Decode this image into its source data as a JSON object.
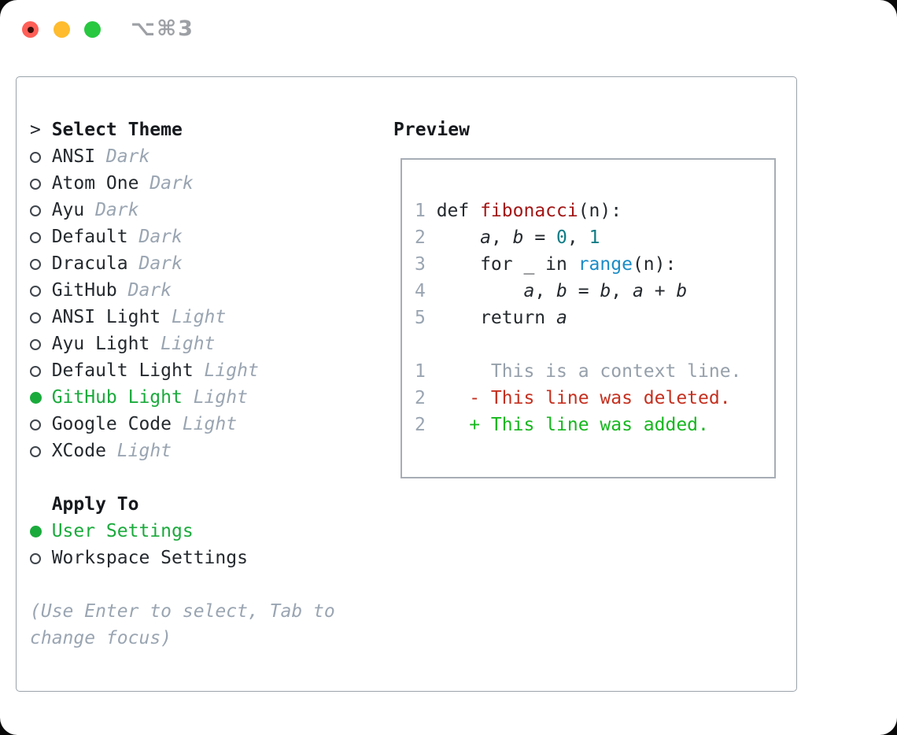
{
  "window": {
    "shortcut_label": "⌥⌘3",
    "traffic_lights": [
      "close",
      "minimize",
      "zoom"
    ]
  },
  "theme_panel": {
    "title_prefix": ">",
    "title": "Select Theme",
    "themes": [
      {
        "name": "ANSI",
        "tag": "Dark",
        "selected": false
      },
      {
        "name": "Atom One",
        "tag": "Dark",
        "selected": false
      },
      {
        "name": "Ayu",
        "tag": "Dark",
        "selected": false
      },
      {
        "name": "Default",
        "tag": "Dark",
        "selected": false
      },
      {
        "name": "Dracula",
        "tag": "Dark",
        "selected": false
      },
      {
        "name": "GitHub",
        "tag": "Dark",
        "selected": false
      },
      {
        "name": "ANSI Light",
        "tag": "Light",
        "selected": false
      },
      {
        "name": "Ayu Light",
        "tag": "Light",
        "selected": false
      },
      {
        "name": "Default Light",
        "tag": "Light",
        "selected": false
      },
      {
        "name": "GitHub Light",
        "tag": "Light",
        "selected": true
      },
      {
        "name": "Google Code",
        "tag": "Light",
        "selected": false
      },
      {
        "name": "XCode",
        "tag": "Light",
        "selected": false
      }
    ],
    "apply_to": {
      "title": "Apply To",
      "options": [
        {
          "name": "User Settings",
          "selected": true
        },
        {
          "name": "Workspace Settings",
          "selected": false
        }
      ]
    },
    "hint": "(Use Enter to select, Tab to change focus)"
  },
  "preview": {
    "title": "Preview",
    "code_lines": [
      {
        "num": "1",
        "segs": [
          {
            "t": "def ",
            "c": "p"
          },
          {
            "t": "fibonacci",
            "c": "fn"
          },
          {
            "t": "(n):",
            "c": "p"
          }
        ]
      },
      {
        "num": "2",
        "segs": [
          {
            "t": "    ",
            "c": "p"
          },
          {
            "t": "a",
            "c": "v"
          },
          {
            "t": ", ",
            "c": "p"
          },
          {
            "t": "b",
            "c": "v"
          },
          {
            "t": " = ",
            "c": "p"
          },
          {
            "t": "0",
            "c": "num"
          },
          {
            "t": ", ",
            "c": "p"
          },
          {
            "t": "1",
            "c": "num"
          }
        ]
      },
      {
        "num": "3",
        "segs": [
          {
            "t": "    for _ in ",
            "c": "p"
          },
          {
            "t": "range",
            "c": "bi"
          },
          {
            "t": "(n):",
            "c": "p"
          }
        ]
      },
      {
        "num": "4",
        "segs": [
          {
            "t": "        ",
            "c": "p"
          },
          {
            "t": "a",
            "c": "v"
          },
          {
            "t": ", ",
            "c": "p"
          },
          {
            "t": "b",
            "c": "v"
          },
          {
            "t": " = ",
            "c": "p"
          },
          {
            "t": "b",
            "c": "v"
          },
          {
            "t": ", ",
            "c": "p"
          },
          {
            "t": "a",
            "c": "v"
          },
          {
            "t": " + ",
            "c": "p"
          },
          {
            "t": "b",
            "c": "v"
          }
        ]
      },
      {
        "num": "5",
        "segs": [
          {
            "t": "    return ",
            "c": "p"
          },
          {
            "t": "a",
            "c": "v"
          }
        ]
      },
      {
        "num": "",
        "segs": []
      },
      {
        "num": "1",
        "segs": [
          {
            "t": "     This is a context line.",
            "c": "ctx"
          }
        ]
      },
      {
        "num": "2",
        "segs": [
          {
            "t": "   - This line was deleted.",
            "c": "del"
          }
        ]
      },
      {
        "num": "2",
        "segs": [
          {
            "t": "   + This line was added.",
            "c": "add"
          }
        ]
      }
    ]
  },
  "colors": {
    "selection_green": "#1aaa3c",
    "added_green": "#16b71e",
    "deleted_red": "#c5301f",
    "function_red": "#a31515",
    "number_teal": "#0e7c86",
    "builtin_blue": "#1a8cc7",
    "muted_gray": "#9aa5b2",
    "text_dark": "#24292e",
    "panel_border": "#9aa3ab",
    "traffic_red": "#ff5f57",
    "traffic_yellow": "#febc2e",
    "traffic_green": "#28c840"
  }
}
